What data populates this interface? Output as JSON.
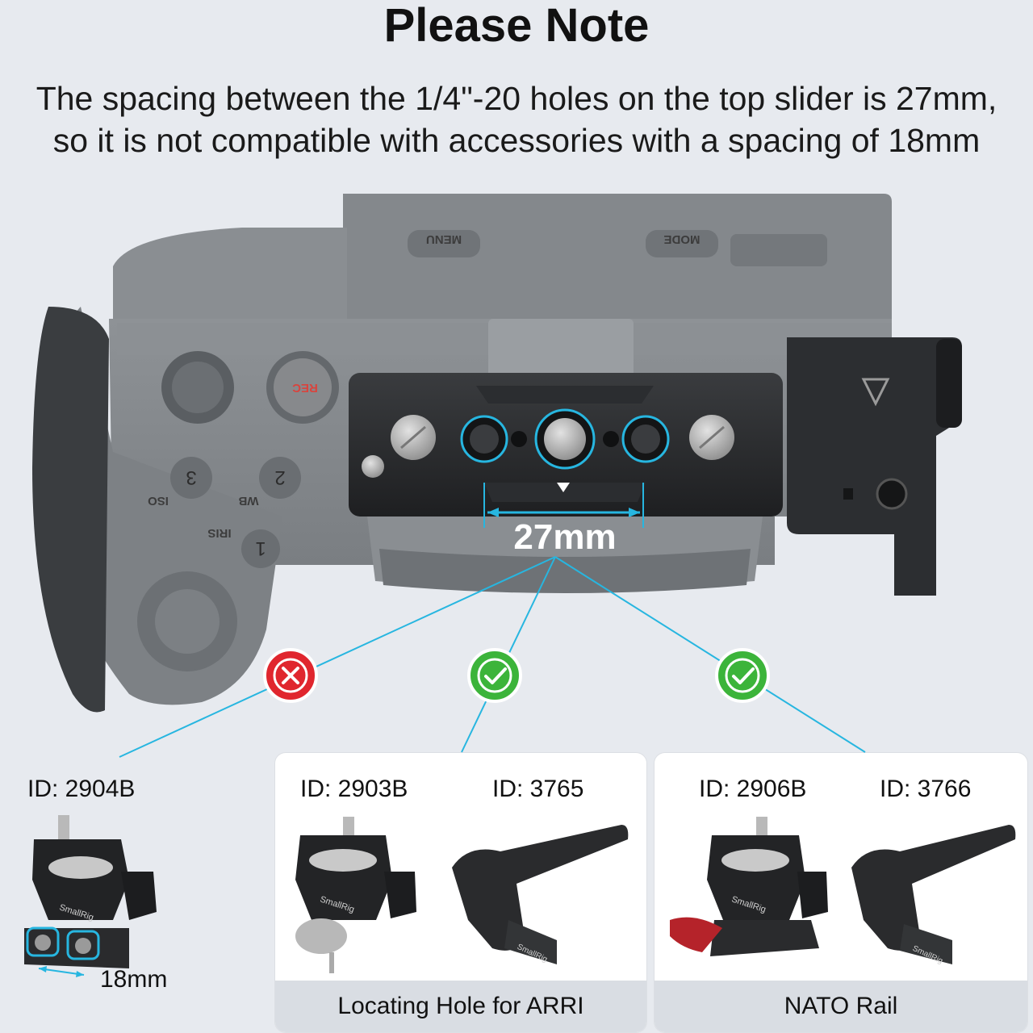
{
  "heading": {
    "title": "Please Note",
    "subtitle_line1": "The spacing between the 1/4\"-20 holes on the top slider is 27mm,",
    "subtitle_line2": "so it is not compatible with accessories with a spacing of 18mm"
  },
  "measurement": {
    "top_slider_spacing": "27mm",
    "incompatible_spacing": "18mm"
  },
  "camera_labels": [
    "REC",
    "1",
    "2",
    "3",
    "IRIS",
    "WB",
    "ISO",
    "MENU",
    "MODE"
  ],
  "products": [
    {
      "id_label": "ID: 2904B",
      "compatible": false,
      "status_icon": "x-icon"
    },
    {
      "id_label": "ID: 2903B",
      "compatible": true,
      "status_icon": "check-icon"
    },
    {
      "id_label": "ID: 3765",
      "compatible": true,
      "status_icon": "check-icon"
    },
    {
      "id_label": "ID: 2906B",
      "compatible": true,
      "status_icon": "check-icon"
    },
    {
      "id_label": "ID: 3766",
      "compatible": true,
      "status_icon": "check-icon"
    }
  ],
  "cards": [
    {
      "footer": "Locating Hole for ARRI"
    },
    {
      "footer": "NATO Rail"
    }
  ],
  "brand_marks": [
    "SmallRig",
    "SmallRig",
    "SmallRig",
    "SmallRig",
    "SmallRig"
  ],
  "colors": {
    "accent_line": "#27b6e0",
    "incompatible": "#e0262e",
    "compatible": "#3cb43a",
    "background": "#e7eaef"
  }
}
